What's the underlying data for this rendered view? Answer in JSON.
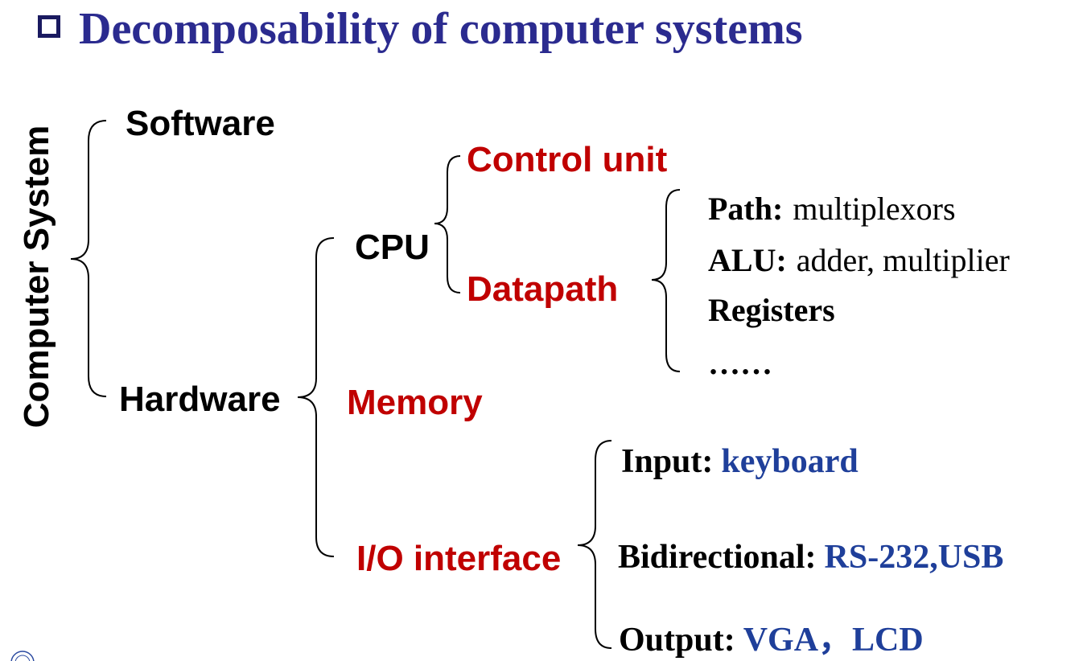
{
  "title": "Decomposability of computer systems",
  "root": "Computer System",
  "level1": {
    "software": "Software",
    "hardware": "Hardware"
  },
  "hardware": {
    "cpu": "CPU",
    "memory": "Memory",
    "io": "I/O interface"
  },
  "cpu": {
    "control": "Control unit",
    "datapath": "Datapath"
  },
  "datapath": {
    "path_label": "Path:",
    "path_value": "multiplexors",
    "alu_label": "ALU:",
    "alu_value": "adder, multiplier",
    "registers": "Registers",
    "more": "……"
  },
  "io": {
    "input_label": "Input:",
    "input_value": "keyboard",
    "bidir_label": "Bidirectional:",
    "bidir_value": "RS-232,USB",
    "output_label": "Output:",
    "output_value": "VGA，LCD"
  },
  "colors": {
    "title": "#2b2b8f",
    "red": "#c00000",
    "blue": "#1f3f9a",
    "black": "#000000"
  }
}
